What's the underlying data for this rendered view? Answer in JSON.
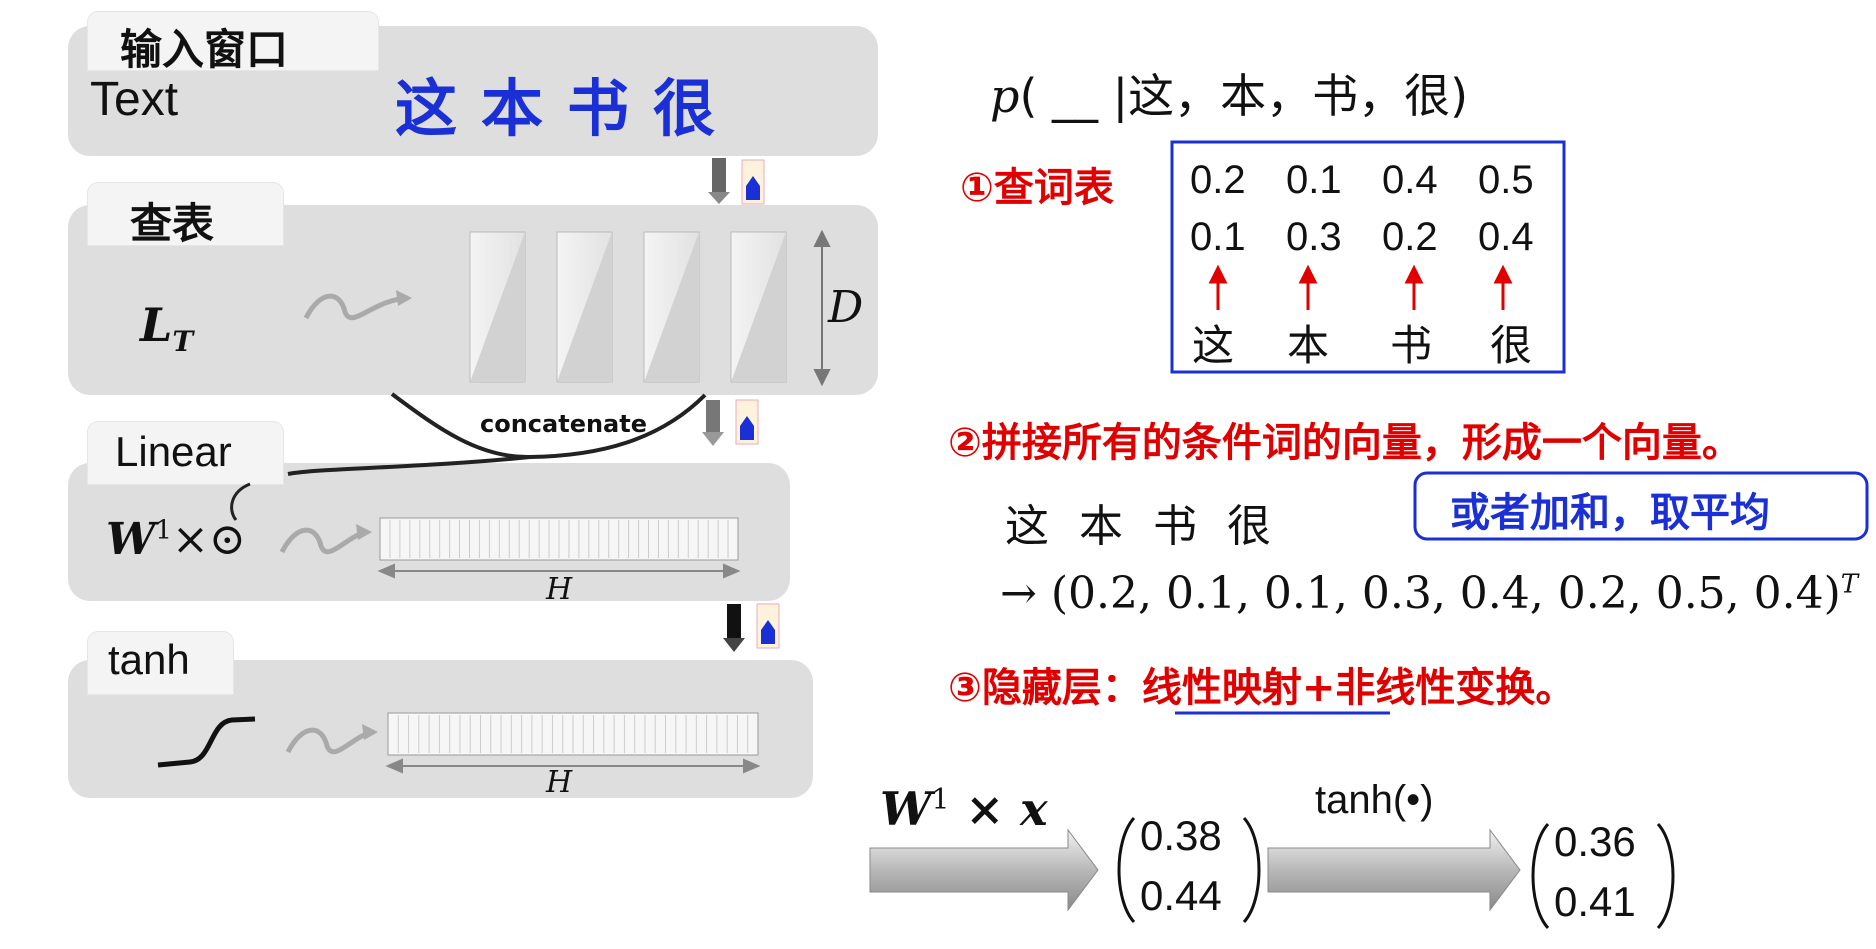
{
  "input": {
    "tab": "输入窗口",
    "label": "Text",
    "words": [
      "这",
      "本",
      "书",
      "很"
    ]
  },
  "lookup": {
    "tab": "查表",
    "label": "L",
    "label_sub": "T",
    "dim": "D"
  },
  "linear": {
    "tab": "Linear",
    "formula_w": "W",
    "formula_sup": "1",
    "formula_rest": "×⊙",
    "concat": "concatenate",
    "dim": "H"
  },
  "tanh_layer": {
    "tab": "tanh",
    "dim": "H"
  },
  "prob": {
    "text_p": "p",
    "text_rest": "( __ |这，本，书，很)"
  },
  "step1": {
    "label": "①查词表",
    "row1": [
      "0.2",
      "0.1",
      "0.4",
      "0.5"
    ],
    "row2": [
      "0.1",
      "0.3",
      "0.2",
      "0.4"
    ],
    "words": [
      "这",
      "本",
      "书",
      "很"
    ]
  },
  "step2": {
    "label": "②拼接所有的条件词的向量，形成一个向量。",
    "words": "这 本 书 很",
    "alt": "或者加和，取平均",
    "vector": "→ (0.2, 0.1, 0.1, 0.3, 0.4, 0.2, 0.5, 0.4)",
    "vector_sup": "T"
  },
  "step3": {
    "label_a": "③隐藏层：",
    "label_b": "线性映射",
    "label_c": "+非线性变换。"
  },
  "bottom": {
    "w": "W",
    "w_sup": "1",
    "times_x": " × x",
    "v1": [
      "0.38",
      "0.44"
    ],
    "tanh": "tanh(•)",
    "v2": [
      "0.36",
      "0.41"
    ]
  },
  "colors": {
    "red": "#e00000",
    "blue": "#1a2fd6",
    "panel": "#dedede"
  }
}
